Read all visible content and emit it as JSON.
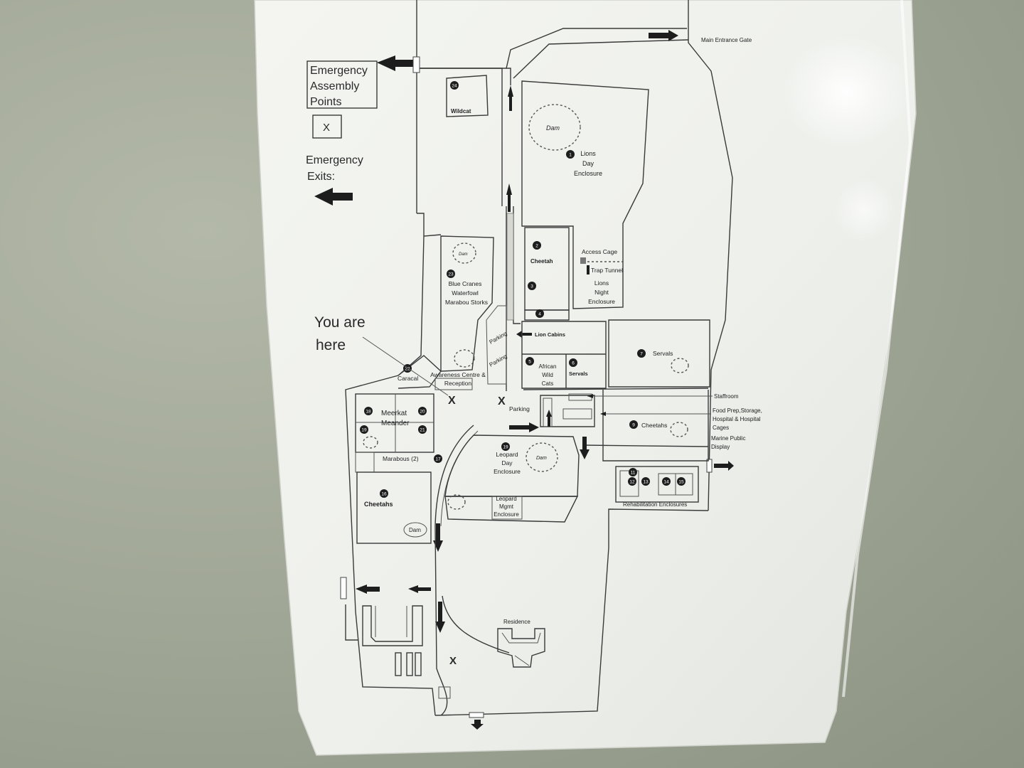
{
  "legend": {
    "assembly_title": [
      "Emergency",
      "Assembly",
      "Points"
    ],
    "assembly_symbol": "X",
    "exits_title": [
      "Emergency",
      "Exits:"
    ]
  },
  "you_are_here": [
    "You are",
    "here"
  ],
  "gate": "Main Entrance Gate",
  "areas": {
    "wildcat_num": "24",
    "wildcat": "Wildcat",
    "lions_day_num": "1",
    "lions_day": [
      "Lions",
      "Day",
      "Enclosure"
    ],
    "cheetah_num": "2",
    "cheetah": "Cheetah",
    "cheetah3_num": "3",
    "num4": "4",
    "access_cage": "Access Cage",
    "trap_tunnel": "Trap Tunnel",
    "lions_night": [
      "Lions",
      "Night",
      "Enclosure"
    ],
    "cranes_num": "23",
    "cranes": [
      "Blue Cranes",
      "Waterfowl",
      "Marabou Storks"
    ],
    "parking_a": "Parking",
    "parking_b": "Parking",
    "parking_c": "Parking",
    "lion_cabins": "Lion Cabins",
    "awc_num": "5",
    "awc": [
      "African",
      "Wild",
      "Cats"
    ],
    "servals_small_num": "6",
    "servals_small": "Servals",
    "servals_big_num": "7",
    "servals_big": "Servals",
    "caracal_num": "22",
    "caracal": "Caracal",
    "reception": [
      "Awareness Centre &",
      "Reception"
    ],
    "meerkat": [
      "Meerkat",
      "Meander"
    ],
    "m18": "18",
    "m19": "19",
    "m20": "20",
    "m21": "21",
    "marabous": "Marabous (2)",
    "m17": "17",
    "leopard_day_num": "19",
    "leopard_day": [
      "Leopard",
      "Day",
      "Enclosure"
    ],
    "leopard_mgmt": [
      "Leopard",
      "Mgmt",
      "Enclosure"
    ],
    "staffroom": "Staffroom",
    "food_prep": [
      "Food Prep,Storage,",
      "Hospital & Hospital",
      "Cages"
    ],
    "marine": [
      "Marine Public",
      "Display"
    ],
    "cheetahs_right_num": "9",
    "cheetahs_right": "Cheetahs",
    "rehab": "Rehabilitation Enclosures",
    "rehab_nums": [
      "11",
      "12",
      "13",
      "14",
      "15"
    ],
    "cheetahs_left_num": "16",
    "cheetahs_left": "Cheetahs",
    "dam": "Dam",
    "residence": "Residence",
    "dam_symbol": "Dam"
  },
  "assembly_marks": [
    "X",
    "X",
    "X"
  ],
  "colors": {
    "wall": "#9fa594",
    "paper": "#f3f4f0",
    "ink": "#2a2a2a"
  }
}
